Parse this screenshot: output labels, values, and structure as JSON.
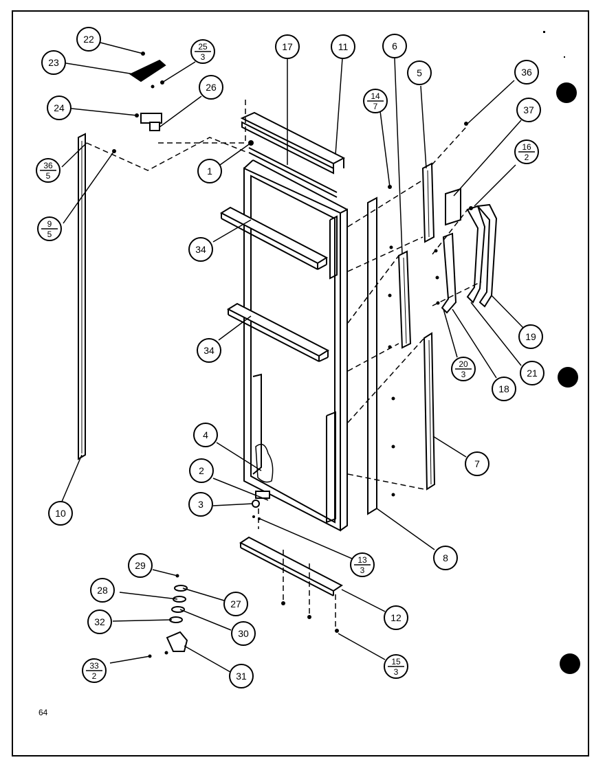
{
  "page_number": "64",
  "callouts": [
    {
      "id": "c22",
      "label": "22"
    },
    {
      "id": "c23",
      "label": "23"
    },
    {
      "id": "c24",
      "label": "24"
    },
    {
      "id": "c25",
      "label": "25",
      "sub": "3"
    },
    {
      "id": "c26",
      "label": "26"
    },
    {
      "id": "c36b",
      "label": "36",
      "sub": "5"
    },
    {
      "id": "c9",
      "label": "9",
      "sub": "5"
    },
    {
      "id": "c10",
      "label": "10"
    },
    {
      "id": "c17",
      "label": "17"
    },
    {
      "id": "c11",
      "label": "11"
    },
    {
      "id": "c1",
      "label": "1"
    },
    {
      "id": "c34a",
      "label": "34"
    },
    {
      "id": "c34b",
      "label": "34"
    },
    {
      "id": "c14",
      "label": "14",
      "sub": "7"
    },
    {
      "id": "c6",
      "label": "6"
    },
    {
      "id": "c5",
      "label": "5"
    },
    {
      "id": "c36",
      "label": "36"
    },
    {
      "id": "c37",
      "label": "37"
    },
    {
      "id": "c16",
      "label": "16",
      "sub": "2"
    },
    {
      "id": "c19",
      "label": "19"
    },
    {
      "id": "c20",
      "label": "20",
      "sub": "3"
    },
    {
      "id": "c18",
      "label": "18"
    },
    {
      "id": "c21",
      "label": "21"
    },
    {
      "id": "c7",
      "label": "7"
    },
    {
      "id": "c8",
      "label": "8"
    },
    {
      "id": "c4",
      "label": "4"
    },
    {
      "id": "c2",
      "label": "2"
    },
    {
      "id": "c3",
      "label": "3"
    },
    {
      "id": "c13",
      "label": "13",
      "sub": "3"
    },
    {
      "id": "c12",
      "label": "12"
    },
    {
      "id": "c15",
      "label": "15",
      "sub": "3"
    },
    {
      "id": "c29",
      "label": "29"
    },
    {
      "id": "c28",
      "label": "28"
    },
    {
      "id": "c27",
      "label": "27"
    },
    {
      "id": "c32",
      "label": "32"
    },
    {
      "id": "c30",
      "label": "30"
    },
    {
      "id": "c33",
      "label": "33",
      "sub": "2"
    },
    {
      "id": "c31",
      "label": "31"
    }
  ]
}
